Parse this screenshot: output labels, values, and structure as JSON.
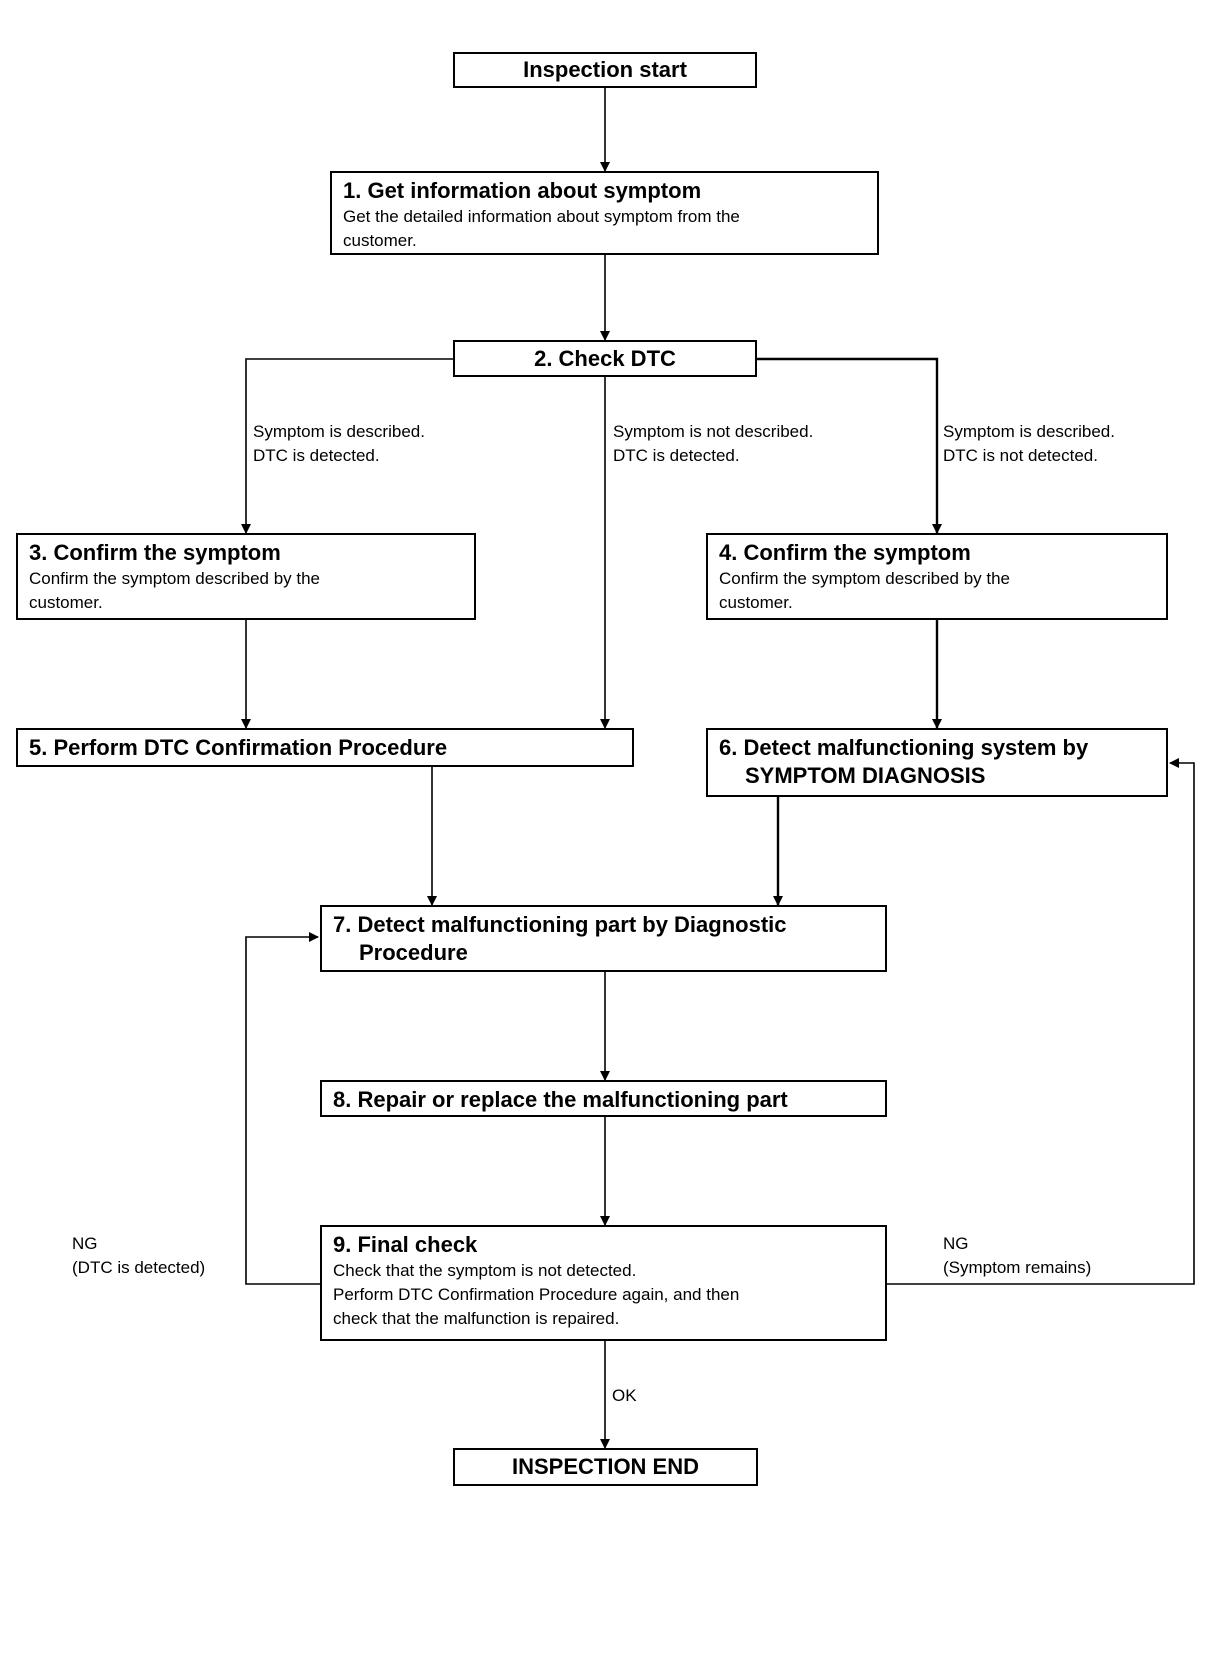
{
  "nodes": {
    "start": {
      "title": "Inspection start"
    },
    "step1": {
      "title": "1. Get information about symptom",
      "desc": [
        "Get the detailed information about symptom from the",
        "customer."
      ]
    },
    "step2": {
      "title": "2. Check DTC"
    },
    "step3": {
      "title": "3. Confirm the symptom",
      "desc": [
        "Confirm the symptom described by the",
        "customer."
      ]
    },
    "step4": {
      "title": "4. Confirm the symptom",
      "desc": [
        "Confirm the symptom described by the",
        "customer."
      ]
    },
    "step5": {
      "title": "5. Perform DTC Confirmation Procedure"
    },
    "step6": {
      "title": [
        "6. Detect malfunctioning system by",
        "SYMPTOM DIAGNOSIS"
      ]
    },
    "step7": {
      "title": [
        "7. Detect malfunctioning part by Diagnostic",
        "Procedure"
      ]
    },
    "step8": {
      "title": "8. Repair or replace the malfunctioning part"
    },
    "step9": {
      "title": "9. Final check",
      "desc": [
        "Check that the symptom is not detected.",
        "Perform DTC Confirmation Procedure again, and then",
        "check that the malfunction is repaired."
      ]
    },
    "end": {
      "title": "INSPECTION END"
    }
  },
  "edge_labels": {
    "left_branch": [
      "Symptom is described.",
      "DTC is detected."
    ],
    "middle_branch": [
      "Symptom is not described.",
      "DTC is detected."
    ],
    "right_branch": [
      "Symptom is described.",
      "DTC is not detected."
    ],
    "ng_dtc": [
      "NG",
      "(DTC is detected)"
    ],
    "ng_symptom": [
      "NG",
      "(Symptom remains)"
    ],
    "ok": "OK"
  }
}
